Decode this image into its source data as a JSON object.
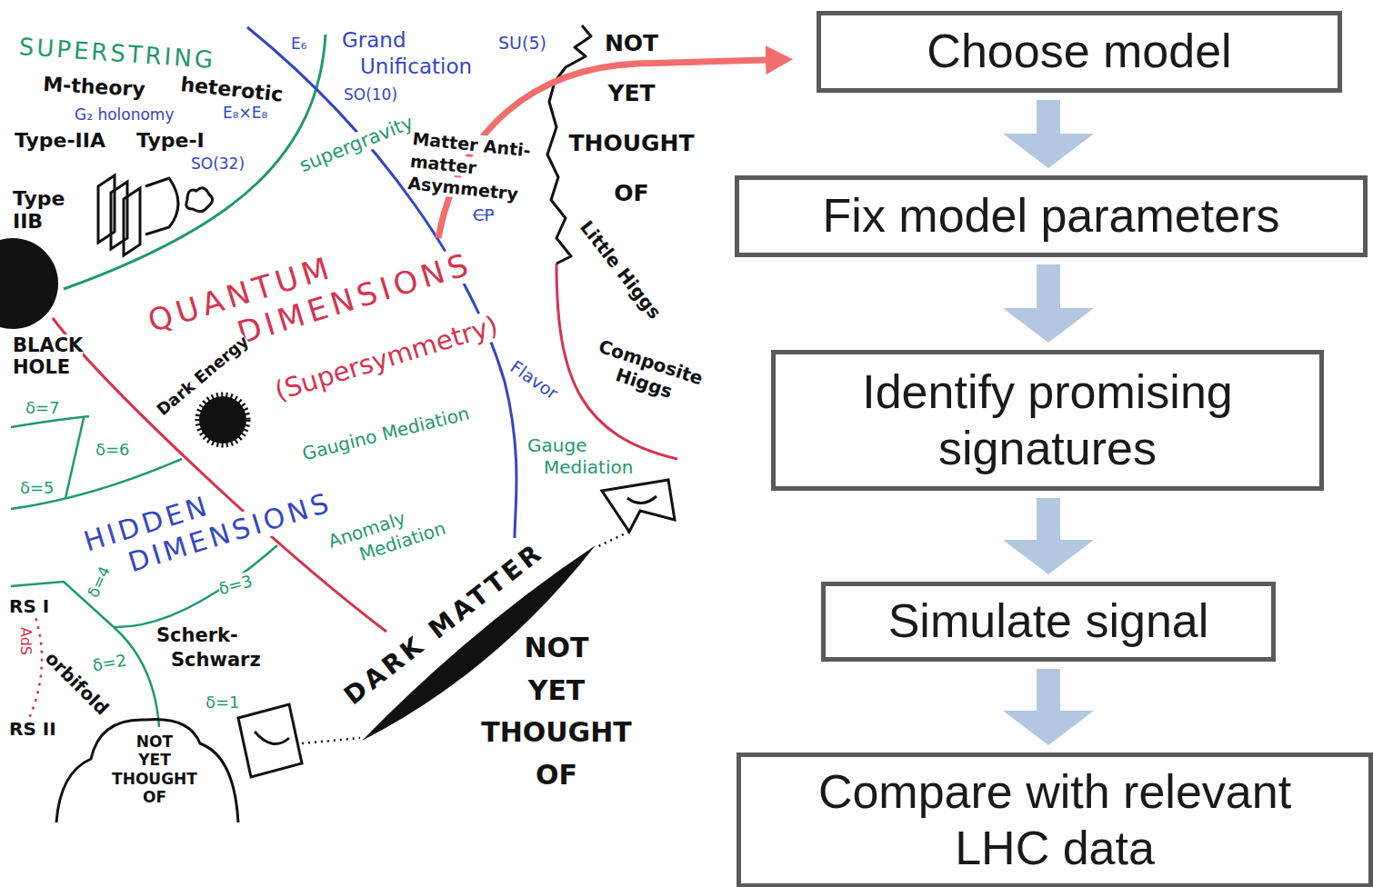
{
  "diagram": {
    "nodes": [
      {
        "text": [
          "Choose model"
        ]
      },
      {
        "text": [
          "Fix model parameters"
        ]
      },
      {
        "text": [
          "Identify promising signatures"
        ]
      },
      {
        "text": [
          "Simulate signal"
        ]
      },
      {
        "text": [
          "Compare with relevant LHC data"
        ]
      }
    ],
    "edges": [
      {
        "from": 0,
        "to": 1,
        "arrow": "to"
      },
      {
        "from": 1,
        "to": 2,
        "arrow": "to"
      },
      {
        "from": 2,
        "to": 3,
        "arrow": "to"
      },
      {
        "from": 3,
        "to": 4,
        "arrow": "to"
      }
    ],
    "labels": [
      "SUPERSTRING",
      "M-theory",
      "heterotic",
      "G₂ holonomy",
      "E₈×E₈",
      "Type-IIA",
      "Type-I",
      "SO(32)",
      "Type IIB",
      "E₆",
      "Grand Unification",
      "SU(5)",
      "SO(10)",
      "supergravity",
      "NOT YET THOUGHT OF",
      "Matter Anti-matter Asymmetry",
      "CP",
      "QUANTUM DIMENSIONS",
      "(Supersymmetry)",
      "BLACK HOLE",
      "Dark Energy",
      "Little Higgs",
      "Composite Higgs",
      "Flavor",
      "Gauge Mediation",
      "Gaugino Mediation",
      "Anomaly Mediation",
      "δ=7",
      "δ=6",
      "δ=5",
      "HIDDEN DIMENSIONS",
      "δ=4",
      "δ=3",
      "δ=2",
      "δ=1",
      "RS I",
      "AdS",
      "RS II",
      "orbifold",
      "Scherk-Schwarz",
      "DARK MATTER",
      "NOT YET THOUGHT OF",
      "NOT YET THOUGHT OF"
    ]
  }
}
